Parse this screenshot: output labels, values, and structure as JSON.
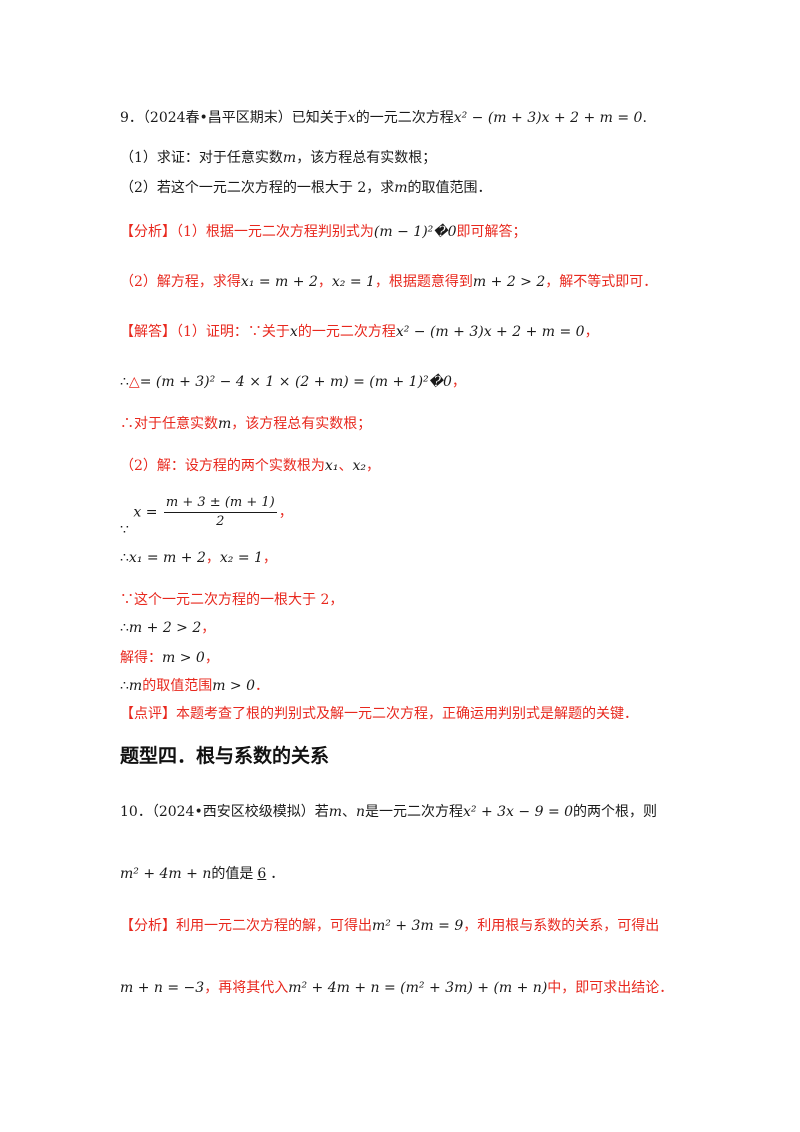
{
  "q9": {
    "stem_prefix": "9．（2024春•昌平区期末）已知关于",
    "var_x": "x",
    "stem_mid": "的一元二次方程",
    "equation": "x² − (m + 3)x + 2 + m = 0",
    "stem_end": ".",
    "part1_prefix": "（1）求证：对于任意实数",
    "var_m": "m",
    "part1_suffix": "，该方程总有实数根；",
    "part2_prefix": "（2）若这个一元二次方程的一根大于 2，求",
    "part2_suffix": "的取值范围．",
    "analysis_tag": "【分析】",
    "analysis1_prefix": "（1）根据一元二次方程判别式为",
    "analysis1_math": "(m − 1)²�0",
    "analysis1_suffix": "即可解答；",
    "analysis2_prefix": "（2）解方程，求得",
    "analysis2_root1": "x₁ = m + 2",
    "analysis2_sep": "，",
    "analysis2_root2": "x₂ = 1",
    "analysis2_mid": "，根据题意得到",
    "analysis2_ineq": "m + 2 > 2",
    "analysis2_suffix": "，解不等式即可．",
    "solution_tag": "【解答】",
    "sol1_prefix": "（1）证明：∵关于",
    "sol1_mid": "的一元二次方程",
    "sol1_suffix": "，",
    "sol_delta_prefix": "∴",
    "sol_delta_symbol": "△",
    "sol_delta_math": "= (m + 3)² − 4 × 1 × (2 + m) = (m + 1)²�0",
    "sol_delta_suffix": "，",
    "sol_conclusion1": "∴对于任意实数",
    "sol_conclusion1_suffix": "，该方程总有实数根；",
    "sol2_prefix": "（2）解：设方程的两个实数根为",
    "sol2_x1": "x₁",
    "sol2_sep": "、",
    "sol2_x2": "x₂",
    "sol2_suffix": "，",
    "sol_because": "∵",
    "sol_frac_lhs": "x =",
    "sol_frac_num": "m + 3 ± (m + 1)",
    "sol_frac_den": "2",
    "sol_frac_suffix": "，",
    "sol_roots_prefix": "∴",
    "sol_roots_1": "x₁ = m + 2",
    "sol_roots_sep": "，",
    "sol_roots_2": "x₂ = 1",
    "sol_roots_suffix": "，",
    "sol_given": "∵这个一元二次方程的一根大于 2，",
    "sol_ineq_prefix": "∴",
    "sol_ineq": "m + 2 > 2",
    "sol_ineq_suffix": "，",
    "sol_solved_prefix": "解得：",
    "sol_solved": "m > 0",
    "sol_solved_suffix": "，",
    "sol_final_prefix": "∴",
    "sol_final_mid": "的取值范围",
    "sol_final_math": "m > 0",
    "sol_final_suffix": "．",
    "comment_tag": "【点评】",
    "comment_text": "本题考查了根的判别式及解一元二次方程，正确运用判别式是解题的关键．"
  },
  "section_heading": "题型四．根与系数的关系",
  "q10": {
    "stem_prefix": "10．（2024•西安区校级模拟）若",
    "var_m": "m",
    "sep": "、",
    "var_n": "n",
    "stem_mid": "是一元二次方程",
    "equation": "x² + 3x − 9 = 0",
    "stem_suffix": "的两个根，则",
    "expr": "m² + 4m + n",
    "expr_suffix": "的值是",
    "answer": "6",
    "answer_suffix": "．",
    "analysis_tag": "【分析】",
    "analysis_prefix": "利用一元二次方程的解，可得出",
    "analysis_math1": "m² + 3m = 9",
    "analysis_mid": "，利用根与系数的关系，可得出",
    "analysis_math2": "m + n = −3",
    "analysis_mid2": "，再将其代入",
    "analysis_math3": "m² + 4m + n = (m² + 3m) + (m + n)",
    "analysis_suffix": "中，即可求出结论．"
  }
}
